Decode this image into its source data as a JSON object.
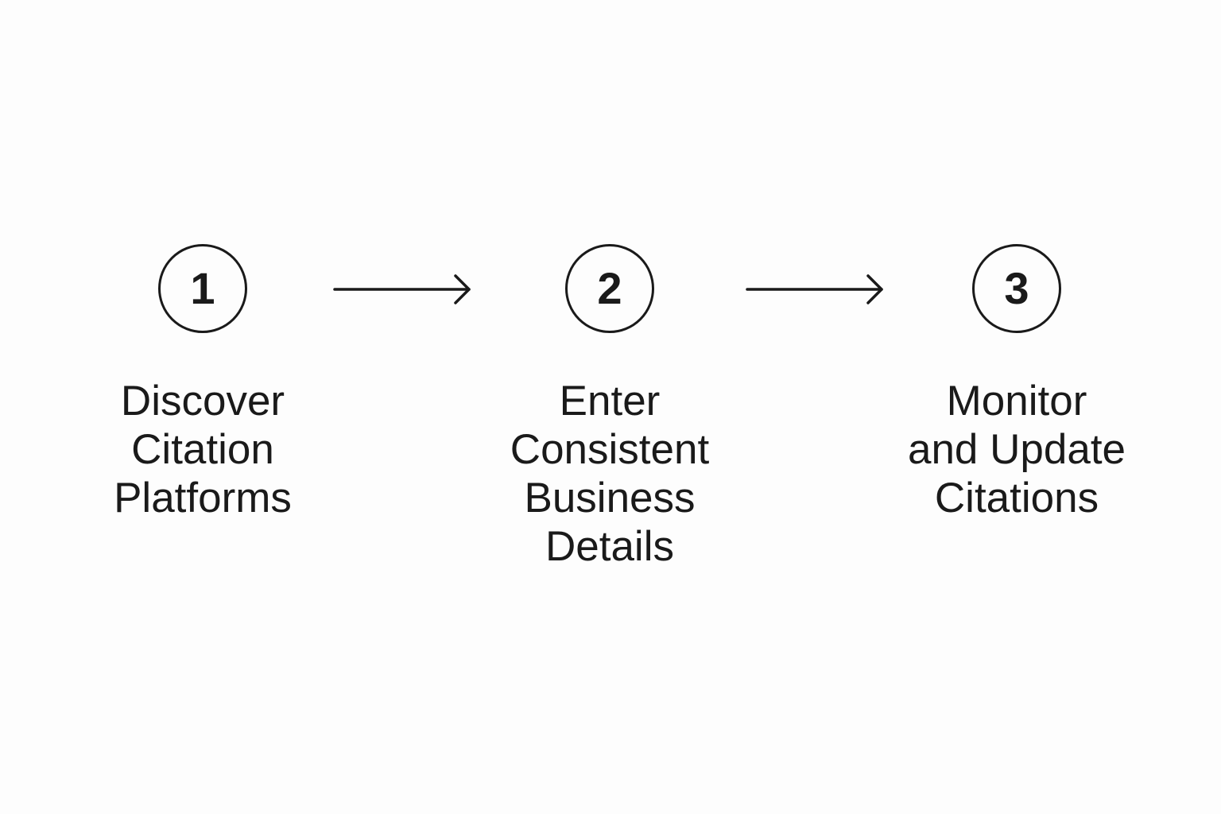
{
  "steps": [
    {
      "number": "1",
      "label_lines": [
        "Discover",
        "Citation",
        "Platforms"
      ]
    },
    {
      "number": "2",
      "label_lines": [
        "Enter",
        "Consistent",
        "Business",
        "Details"
      ]
    },
    {
      "number": "3",
      "label_lines": [
        "Monitor",
        "and Update",
        "Citations"
      ]
    }
  ],
  "colors": {
    "stroke": "#1a1a1a",
    "background": "#fdfdfd"
  }
}
